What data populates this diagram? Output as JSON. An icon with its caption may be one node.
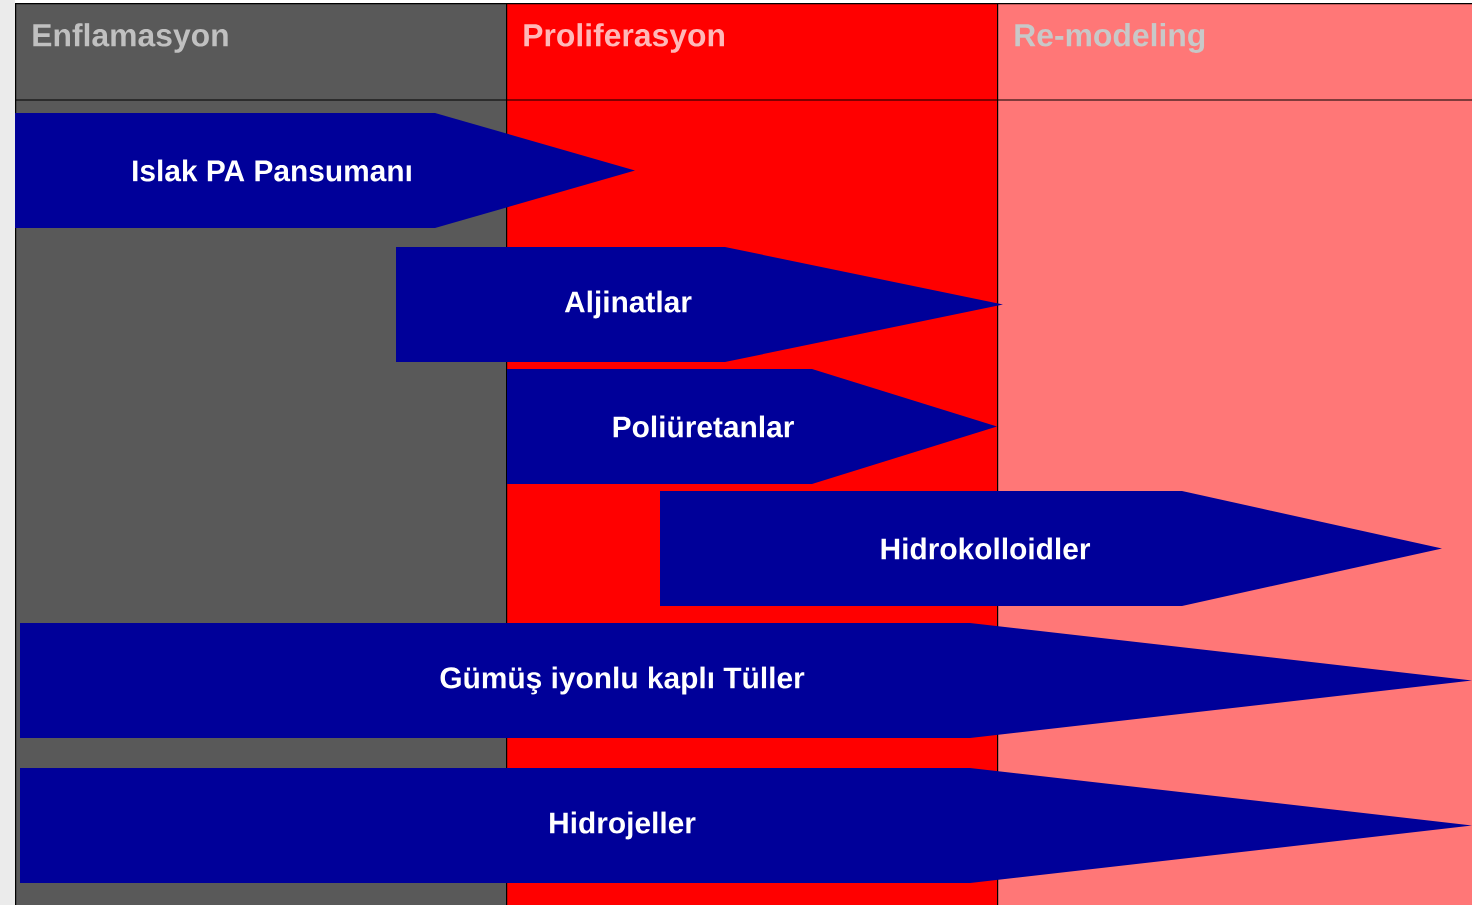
{
  "diagram": {
    "nodes": [
      {
        "text": [
          "Enflamasyon"
        ]
      },
      {
        "text": [
          "Proliferasyon"
        ]
      },
      {
        "text": [
          "Re-modeling"
        ]
      },
      {
        "text": [
          "Islak PA Pansumanı"
        ]
      },
      {
        "text": [
          "Aljinatlar"
        ]
      },
      {
        "text": [
          "Poliüretanlar"
        ],
        "in": 1
      },
      {
        "text": [
          "Hidrokolloidler"
        ]
      },
      {
        "text": [
          "Gümüş iyonlu kaplı Tüller"
        ]
      },
      {
        "text": [
          "Hidrojeller"
        ]
      }
    ]
  }
}
